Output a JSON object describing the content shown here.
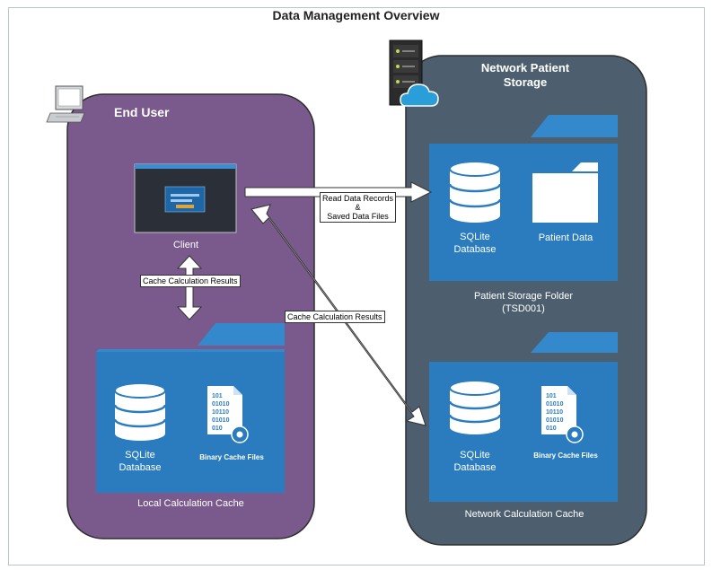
{
  "diagram": {
    "title": "Data Management Overview",
    "end_user": {
      "title": "End User",
      "client_label": "Client",
      "local_cache": {
        "label": "Local Calculation Cache",
        "db_line1": "SQLite",
        "db_line2": "Database",
        "files_label": "Binary Cache Files"
      }
    },
    "network": {
      "title_line1": "Network Patient",
      "title_line2": "Storage",
      "patient_folder": {
        "label_line1": "Patient Storage Folder",
        "label_line2": "(TSD001)",
        "db_line1": "SQLite",
        "db_line2": "Database",
        "data_label": "Patient Data"
      },
      "network_cache": {
        "label": "Network Calculation Cache",
        "db_line1": "SQLite",
        "db_line2": "Database",
        "files_label": "Binary Cache Files"
      }
    },
    "edges": {
      "read_line1": "Read Data Records",
      "read_line2": "&",
      "read_line3": "Saved Data Files",
      "cache_local": "Cache Calculation Results",
      "cache_network": "Cache Calculation Results"
    },
    "binary_glyph": "101\n01010\n10110\n01010\n010",
    "colors": {
      "end_user_bg": "#7a5a8c",
      "network_bg": "#4d5f6e",
      "folder_blue": "#2a7cbf",
      "folder_tab": "#3488cc",
      "db_white": "#ffffff"
    }
  }
}
